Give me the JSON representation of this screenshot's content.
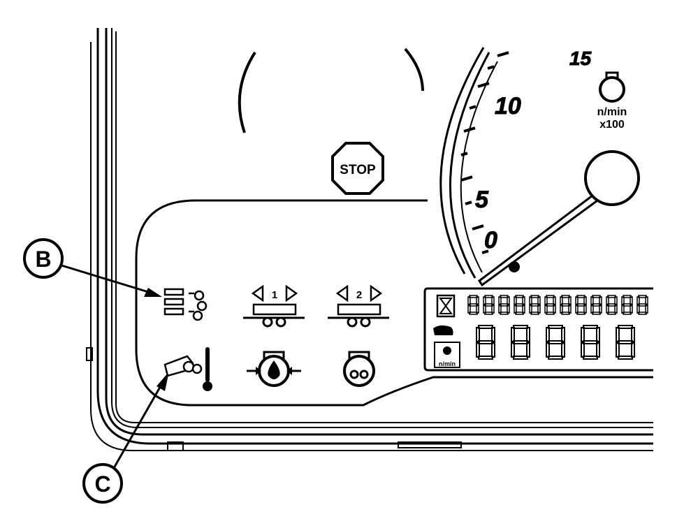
{
  "gauge": {
    "scale_labels": [
      "0",
      "5",
      "10",
      "15"
    ],
    "unit_line1": "n/min",
    "unit_line2": "x100"
  },
  "stop_sign": {
    "label": "STOP"
  },
  "callouts": {
    "b": "B",
    "c": "C"
  },
  "indicators": {
    "trailer_1_label": "1",
    "trailer_2_label": "2"
  },
  "lcd": {
    "rpm_label": "n/min"
  },
  "icons": [
    "cluster-bezel",
    "stop-sign-icon",
    "engine-speed-gauge",
    "needle-hub",
    "callout-b-icon",
    "callout-c-icon",
    "indicator-b-icon",
    "trailer-1-indicator-icon",
    "trailer-2-indicator-icon",
    "coolant-temperature-icon",
    "engine-oil-pressure-icon",
    "glow-plug-icon",
    "hourglass-icon",
    "tractor-icon",
    "rpm-icon",
    "lcd-display"
  ],
  "colors": {
    "ink": "#000000",
    "paper": "#ffffff"
  }
}
